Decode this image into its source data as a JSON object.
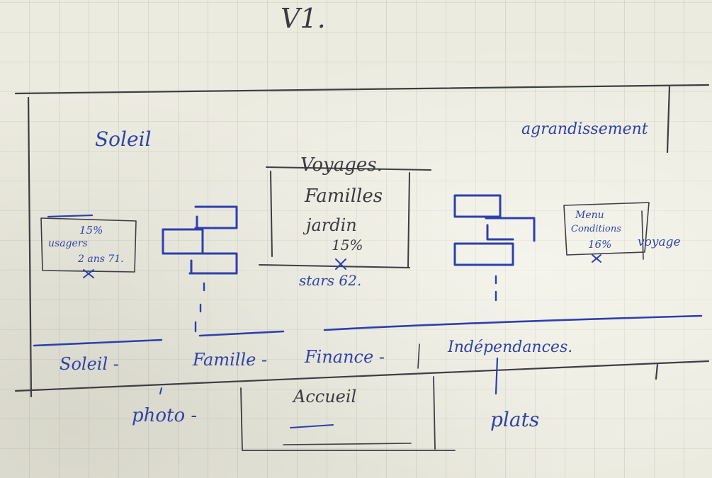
{
  "title": "V1.",
  "left_label": "Soleil",
  "right_label": "agrandissement",
  "left_card": {
    "line1": "15%",
    "line2": "usagers",
    "line3": "2 ans 71."
  },
  "center_card": {
    "line1": "Voyages.",
    "line2": "Familles",
    "line3": "jardin",
    "line4": "15%",
    "caption": "stars 62."
  },
  "right_card": {
    "line1": "Menu",
    "line2": "Conditions",
    "line3": "16%",
    "side": "voyage"
  },
  "tabs": [
    "Soleil -",
    "Famille -",
    "Finance -",
    "Indépendances."
  ],
  "bottom_left_label": "photo -",
  "bottom_box_label": "Accueil",
  "bottom_right_label": "plats"
}
